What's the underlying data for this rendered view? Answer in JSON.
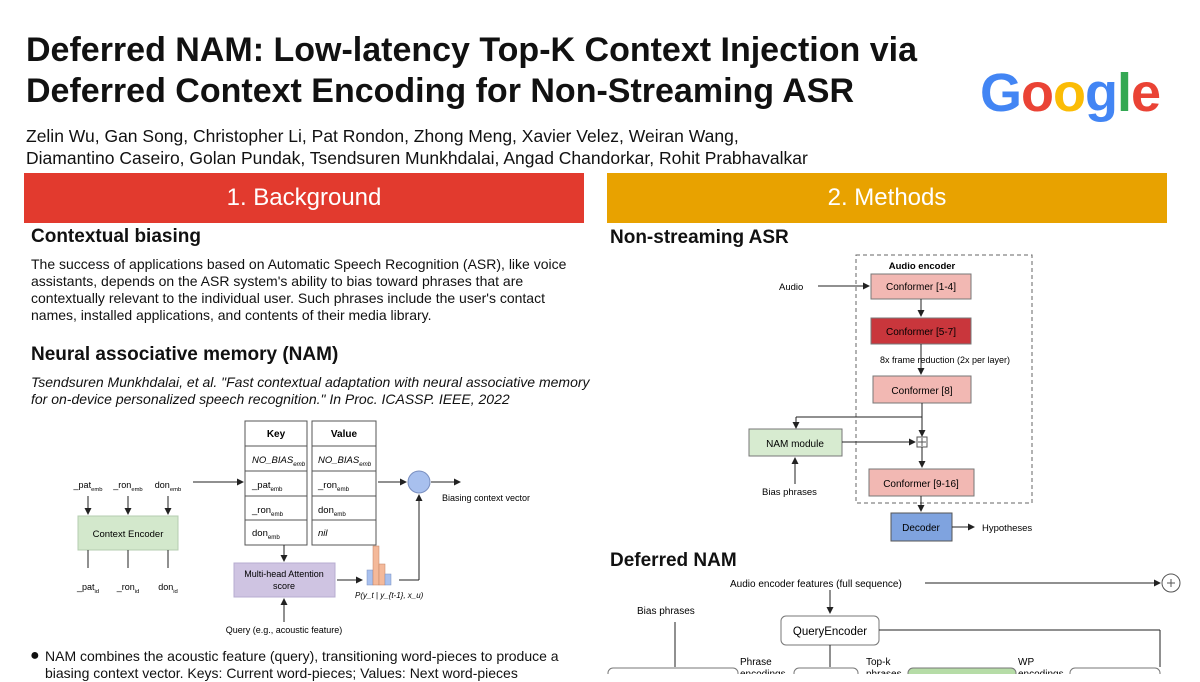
{
  "title_line1": "Deferred NAM: Low-latency Top-K Context Injection via",
  "title_line2": "Deferred Context Encoding for Non-Streaming ASR",
  "authors_line1": "Zelin Wu, Gan Song, Christopher Li, Pat Rondon, Zhong Meng, Xavier Velez, Weiran Wang,",
  "authors_line2": "Diamantino Caseiro, Golan Pundak, Tsendsuren Munkhdalai, Angad Chandorkar, Rohit Prabhavalkar",
  "logo": {
    "text": "Google",
    "colors": [
      "#4285F4",
      "#EA4335",
      "#FBBC05",
      "#4285F4",
      "#34A853",
      "#EA4335"
    ]
  },
  "background": {
    "banner": "1. Background",
    "heading1": "Contextual biasing",
    "para1": "The success of applications based on Automatic Speech Recognition (ASR), like voice assistants, depends on the ASR system's ability to bias toward phrases that are contextually relevant to the individual user. Such phrases include the user's contact names, installed applications, and contents of their media library.",
    "heading2": "Neural associative memory (NAM)",
    "citation": "Tsendsuren Munkhdalai, et al. \"Fast contextual adaptation with neural associative memory for on-device personalized speech recognition.\" In Proc. ICASSP. IEEE, 2022",
    "bullet": "NAM combines the acoustic feature (query), transitioning word-pieces to produce a biasing context vector. Keys: Current word-pieces; Values: Next word-pieces"
  },
  "nam_figure": {
    "key_header": "Key",
    "value_header": "Value",
    "keys": [
      {
        "base": "NO_BIAS",
        "sub": "emb",
        "italic": true
      },
      {
        "base": "_pat",
        "sub": "emb",
        "italic": false
      },
      {
        "base": "_ron",
        "sub": "emb",
        "italic": false
      },
      {
        "base": "don",
        "sub": "emb",
        "italic": false
      }
    ],
    "values": [
      {
        "base": "NO_BIAS",
        "sub": "emb",
        "italic": true
      },
      {
        "base": "_ron",
        "sub": "emb",
        "italic": false
      },
      {
        "base": "don",
        "sub": "emb",
        "italic": false
      },
      {
        "base": "nil",
        "sub": "",
        "italic": true
      }
    ],
    "top_tokens": [
      {
        "base": "_pat",
        "sub": "emb"
      },
      {
        "base": "_ron",
        "sub": "emb"
      },
      {
        "base": "don",
        "sub": "emb"
      }
    ],
    "bottom_tokens": [
      {
        "base": "_pat",
        "sub": "id"
      },
      {
        "base": "_ron",
        "sub": "id"
      },
      {
        "base": "don",
        "sub": "id"
      }
    ],
    "context_encoder": "Context Encoder",
    "attention_line1": "Multi-head Attention",
    "attention_line2": "score",
    "probability": "P(y_t | y_{t-1}, x_u)",
    "output_label": "Biasing context vector",
    "query_label": "Query (e.g., acoustic feature)",
    "colors": {
      "encoder": "#d3e8cc",
      "attention": "#cfc4e2",
      "circle": "#a8c0ee"
    }
  },
  "methods": {
    "banner": "2. Methods",
    "heading1": "Non-streaming ASR",
    "heading2": "Deferred NAM",
    "asr": {
      "audio_encoder_label": "Audio encoder",
      "audio": "Audio",
      "conformer_a": "Conformer [1-4]",
      "conformer_b": "Conformer [5-7]",
      "frame_reduction": "8x frame reduction (2x per layer)",
      "conformer_c": "Conformer [8]",
      "nam_module": "NAM module",
      "bias_phrases": "Bias phrases",
      "conformer_d": "Conformer [9-16]",
      "decoder": "Decoder",
      "hypotheses": "Hypotheses"
    },
    "deferred": {
      "features": "Audio encoder features (full sequence)",
      "bias_phrases": "Bias phrases",
      "query_encoder": "QueryEncoder",
      "phrase_label": "Phrase",
      "phrase_label2": "encodings",
      "topk_label": "Top-k",
      "topk_label2": "phrases",
      "wp_label": "WP",
      "wp_label2": "encodings"
    }
  }
}
